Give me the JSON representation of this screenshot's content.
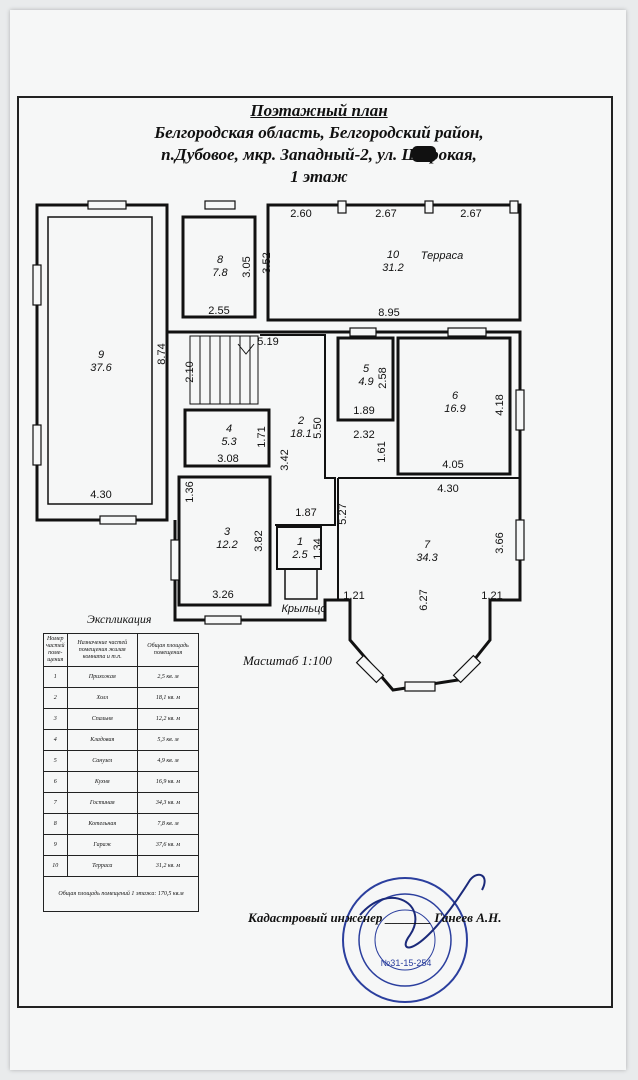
{
  "header": {
    "line1": "Поэтажный план",
    "line2": "Белгородская область, Белгородский район,",
    "line3": "п.Дубовое, мкр. Западный-2, ул. Широкая,",
    "line4": "1 этаж"
  },
  "rooms": [
    {
      "num": "1",
      "area": "2.5"
    },
    {
      "num": "2",
      "area": "18.1"
    },
    {
      "num": "3",
      "area": "12.2"
    },
    {
      "num": "4",
      "area": "5.3"
    },
    {
      "num": "5",
      "area": "4.9"
    },
    {
      "num": "6",
      "area": "16.9"
    },
    {
      "num": "7",
      "area": "34.3"
    },
    {
      "num": "8",
      "area": "7.8"
    },
    {
      "num": "9",
      "area": "37.6"
    },
    {
      "num": "10",
      "area": "31.2"
    }
  ],
  "plan_labels": {
    "terrace": "Терраса",
    "porch": "Крыльцо"
  },
  "dimensions": [
    "2.60",
    "2.67",
    "2.67",
    "3.52",
    "3.05",
    "2.55",
    "8.95",
    "8.74",
    "4.30",
    "2.10",
    "5.19",
    "2.58",
    "1.89",
    "4.18",
    "4.05",
    "2.32",
    "1.61",
    "4.30",
    "1.71",
    "3.08",
    "5.50",
    "3.42",
    "1.36",
    "1.87",
    "5.27",
    "3.66",
    "3.82",
    "1.34",
    "3.26",
    "1.21",
    "6.27",
    "1.21"
  ],
  "explication": {
    "title": "Экспликация",
    "headers": [
      "Номер частей поме-щения",
      "Назначение частей помещения жилая комната и т.п.",
      "Общая площадь помещения"
    ],
    "rows": [
      [
        "1",
        "Прихожая",
        "2,5 кв. м"
      ],
      [
        "2",
        "Холл",
        "18,1 кв. м"
      ],
      [
        "3",
        "Спальня",
        "12,2 кв. м"
      ],
      [
        "4",
        "Кладовая",
        "5,3 кв. м"
      ],
      [
        "5",
        "Санузел",
        "4,9 кв. м"
      ],
      [
        "6",
        "Кухня",
        "16,9 кв. м"
      ],
      [
        "7",
        "Гостиная",
        "34,3 кв. м"
      ],
      [
        "8",
        "Котельная",
        "7,8 кв. м"
      ],
      [
        "9",
        "Гараж",
        "37,6 кв. м"
      ],
      [
        "10",
        "Терраса",
        "31,2 кв. м"
      ]
    ],
    "total": "Общая площадь помещений 1 этажа: 170,5 кв.м"
  },
  "scale": "Масштаб 1:100",
  "engineer": "Кадастровый инженер _______ Ганеев А.Н.",
  "stamp": {
    "number": "№31-15-254"
  }
}
